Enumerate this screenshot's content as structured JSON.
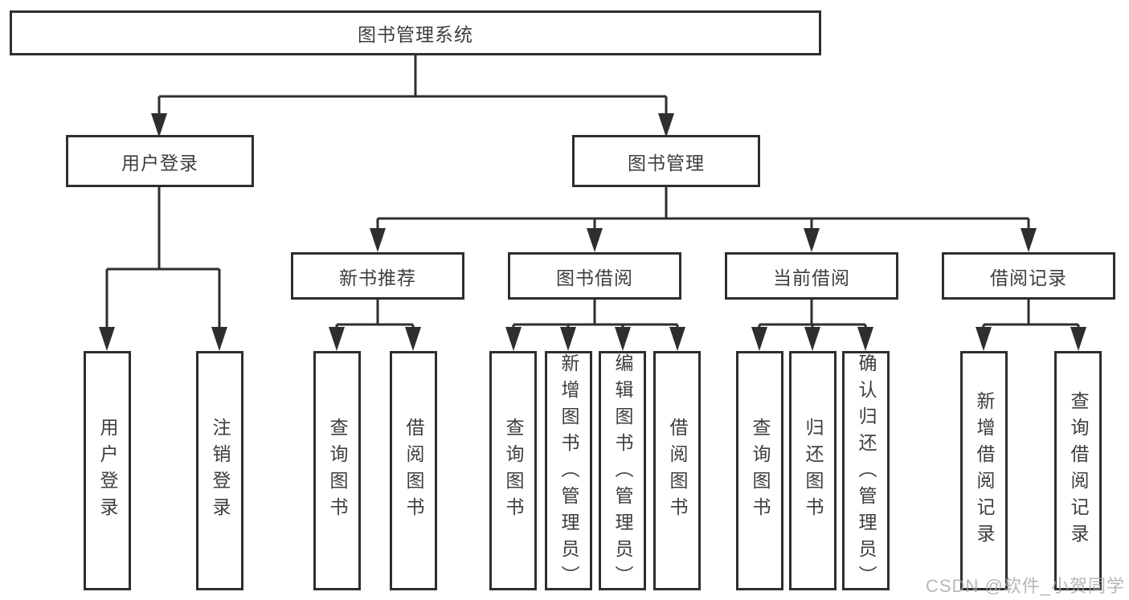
{
  "diagram": {
    "root": {
      "label": "图书管理系统"
    },
    "level2": [
      {
        "label": "用户登录"
      },
      {
        "label": "图书管理"
      }
    ],
    "level3": [
      {
        "label": "新书推荐"
      },
      {
        "label": "图书借阅"
      },
      {
        "label": "当前借阅"
      },
      {
        "label": "借阅记录"
      }
    ],
    "leaves": {
      "user_login": [
        "用户登录",
        "注销登录"
      ],
      "new_book_recommend": [
        "查询图书",
        "借阅图书"
      ],
      "book_borrow": [
        "查询图书",
        "新增图书（管理员）",
        "编辑图书（管理员）",
        "借阅图书"
      ],
      "current_borrow": [
        "查询图书",
        "归还图书",
        "确认归还（管理员）"
      ],
      "borrow_records": [
        "新增借阅记录",
        "查询借阅记录"
      ]
    }
  },
  "watermark": {
    "text": "CSDN @软件_小贺同学"
  },
  "colors": {
    "line": "#2e2e31",
    "box_border": "#2e2e31",
    "text": "#3d3d42",
    "background": "#ffffff",
    "watermark": "#a5a5a5"
  }
}
